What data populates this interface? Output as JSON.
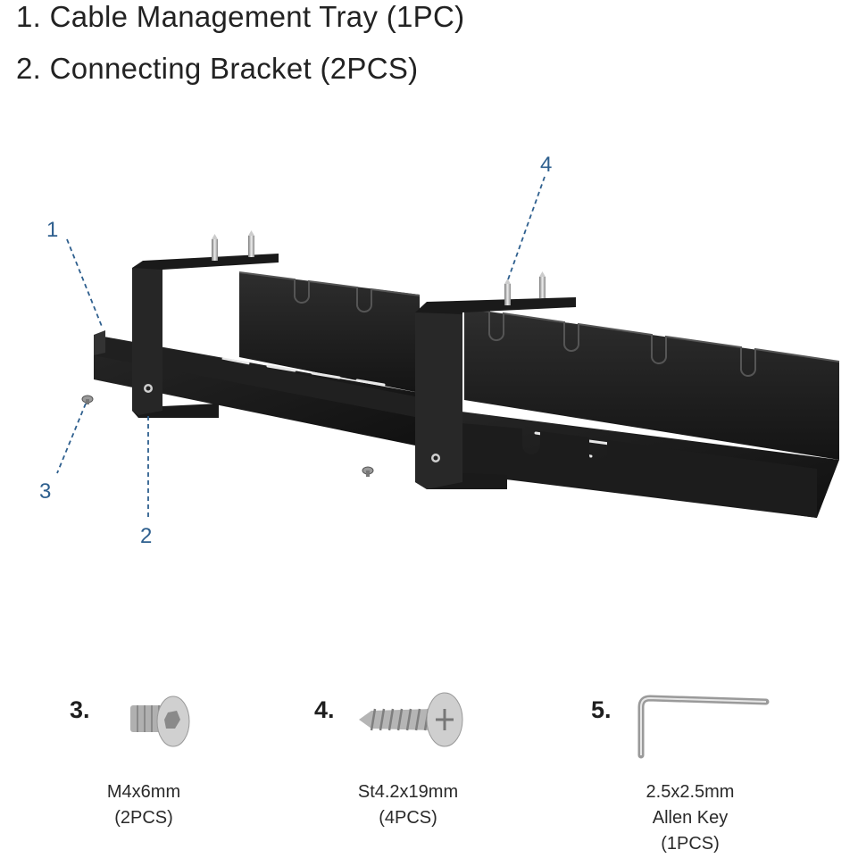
{
  "headings": {
    "line1": "1. Cable Management Tray (1PC)",
    "line2": "2. Connecting Bracket (2PCS)"
  },
  "callouts": {
    "c1": "1",
    "c2": "2",
    "c3": "3",
    "c4": "4"
  },
  "parts": [
    {
      "number": "3.",
      "spec_line1": "M4x6mm",
      "spec_line2": "(2PCS)",
      "icon": "hex-socket-screw-icon"
    },
    {
      "number": "4.",
      "spec_line1": "St4.2x19mm",
      "spec_line2": "(4PCS)",
      "icon": "pan-head-self-tapping-screw-icon"
    },
    {
      "number": "5.",
      "spec_line1": "2.5x2.5mm",
      "spec_line2": "Allen Key",
      "spec_line3": "(1PCS)",
      "icon": "allen-key-icon"
    }
  ],
  "colors": {
    "steel": "#1f1f1f",
    "steel_face": "#2b2b2b",
    "callout": "#2e5f8e",
    "metal_part": "#b8b8b8"
  }
}
